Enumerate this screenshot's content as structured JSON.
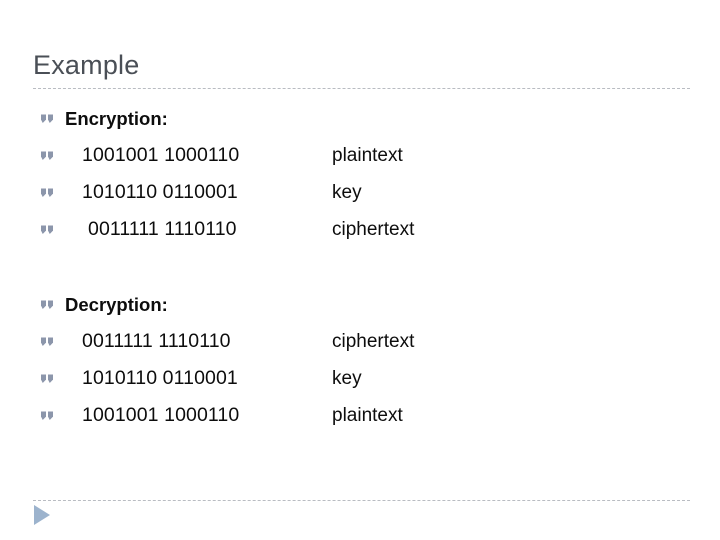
{
  "slide": {
    "title": "Example",
    "bullet_icon": "double-quote-bullet-icon",
    "bullet_color": "#8c96ab",
    "title_color": "#4a4f56",
    "rule_color": "#b9bcc2",
    "marker_color": "#9cb3cd",
    "marker_icon": "play-triangle-icon",
    "groups": [
      {
        "heading": "Encryption:",
        "rows": [
          {
            "code": "1001001 1000110",
            "note": "plaintext",
            "extra_indent": false
          },
          {
            "code": "1010110 0110001",
            "note": "key",
            "extra_indent": false
          },
          {
            "code": "0011111 1110110",
            "note": "ciphertext",
            "extra_indent": true
          }
        ]
      },
      {
        "heading": "Decryption:",
        "rows": [
          {
            "code": "0011111 1110110",
            "note": "ciphertext",
            "extra_indent": false
          },
          {
            "code": "1010110 0110001",
            "note": "key",
            "extra_indent": false
          },
          {
            "code": "1001001 1000110",
            "note": "plaintext",
            "extra_indent": false
          }
        ]
      }
    ]
  }
}
